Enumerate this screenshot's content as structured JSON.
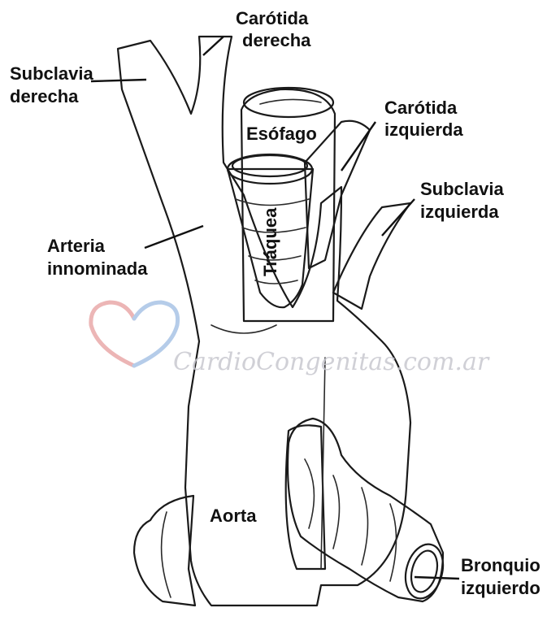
{
  "colors": {
    "artery": "#f6d5d5",
    "trachea": "#d3e4f5",
    "esophagus": "#b8d7b2",
    "outline": "#1a1a1a",
    "watermark_red": "#e9a9a9",
    "watermark_blue": "#a9c4e6"
  },
  "labels": {
    "carotida_derecha": [
      "Carótida",
      "derecha"
    ],
    "subclavia_derecha": [
      "Subclavia",
      "derecha"
    ],
    "carotida_izquierda": [
      "Carótida",
      "izquierda"
    ],
    "subclavia_izquierda": [
      "Subclavia",
      "izquierda"
    ],
    "arteria_innominada": [
      "Arteria",
      "innominada"
    ],
    "esofago": "Esófago",
    "traquea": "Tráquea",
    "aorta": "Aorta",
    "bronquio_izquierdo": [
      "Bronquio",
      "izquierdo"
    ]
  },
  "watermark": {
    "text": "CardioCongenitas.com.ar",
    "icon": "heart-icon"
  }
}
